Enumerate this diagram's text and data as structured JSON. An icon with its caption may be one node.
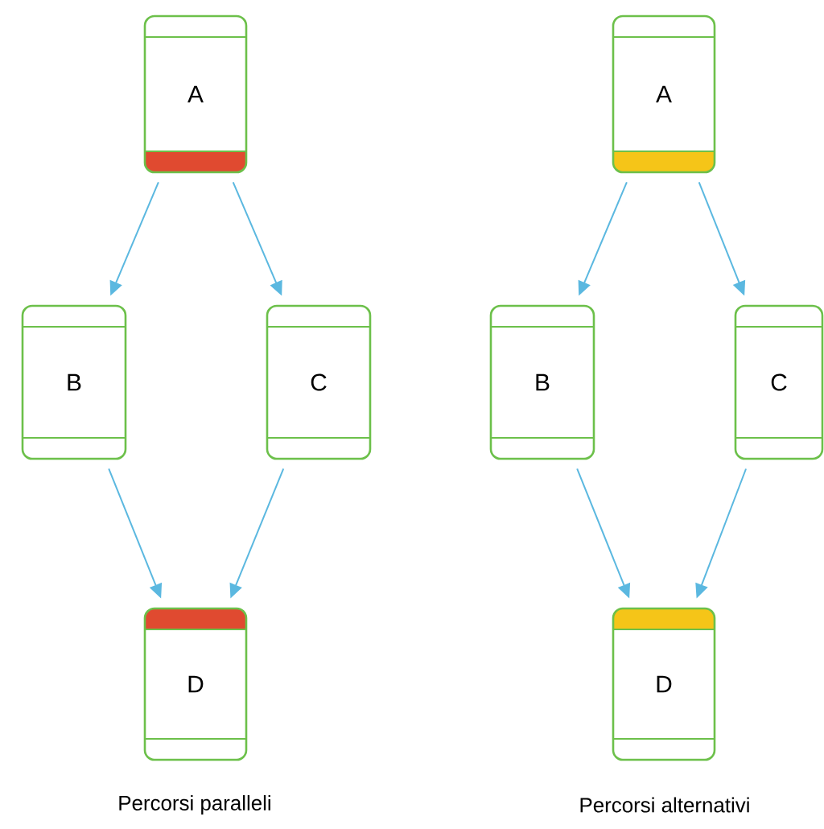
{
  "diagram": {
    "nodes": [
      {
        "text": [
          "A"
        ]
      },
      {
        "text": [
          "B"
        ]
      },
      {
        "text": [
          "C"
        ]
      },
      {
        "text": [
          "D"
        ]
      },
      {
        "text": [
          "A"
        ]
      },
      {
        "text": [
          "B"
        ]
      },
      {
        "text": [
          "C"
        ]
      },
      {
        "text": [
          "D"
        ]
      }
    ],
    "edges": [
      {
        "from": 0,
        "to": 1,
        "arrow": "to"
      },
      {
        "from": 0,
        "to": 2,
        "arrow": "to"
      },
      {
        "from": 1,
        "to": 3,
        "arrow": "to"
      },
      {
        "from": 2,
        "to": 3,
        "arrow": "to"
      },
      {
        "from": 4,
        "to": 5,
        "arrow": "to"
      },
      {
        "from": 4,
        "to": 6,
        "arrow": "to"
      },
      {
        "from": 5,
        "to": 7,
        "arrow": "to"
      },
      {
        "from": 6,
        "to": 7,
        "arrow": "to"
      }
    ],
    "labels": [
      "Percorsi paralleli",
      "Percorsi alternativi"
    ]
  }
}
